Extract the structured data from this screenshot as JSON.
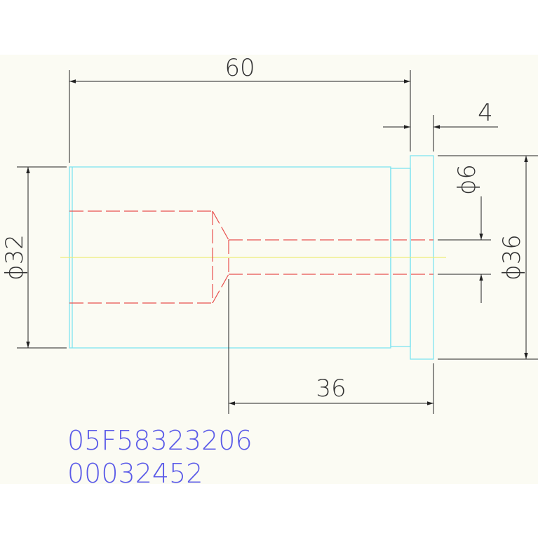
{
  "drawing": {
    "dimensions": {
      "overall_length": "60",
      "flange_thickness": "4",
      "body_diameter": "ϕ32",
      "flange_diameter": "ϕ36",
      "bore_diameter": "ϕ6",
      "bore_depth": "36"
    },
    "part_codes": {
      "line1": "05F58323206",
      "line2": "00032452"
    },
    "colors": {
      "background": "#fbfbf3",
      "outline": "#7ee3f0",
      "hidden_lines": "#e8504e",
      "center_line": "#ecec7a",
      "dimension": "#222222",
      "text_code": "#5b5be8"
    }
  }
}
